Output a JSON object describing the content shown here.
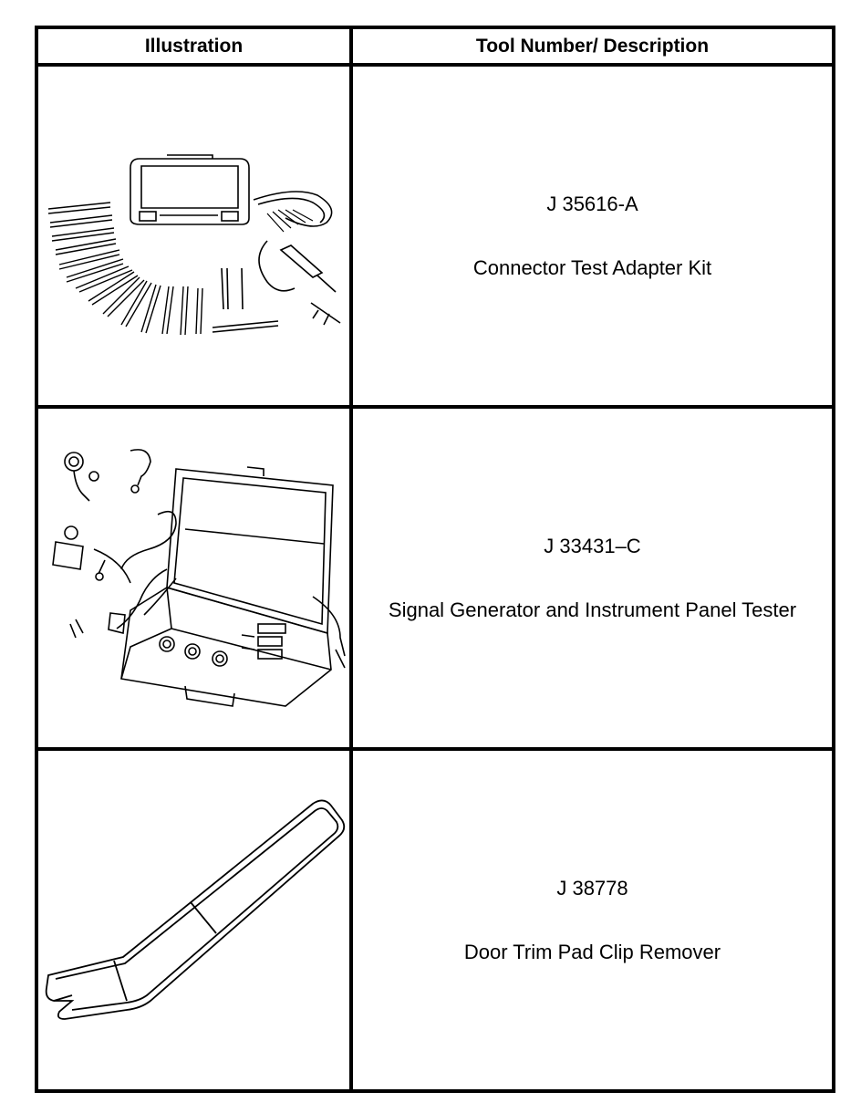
{
  "table": {
    "headers": {
      "illustration": "Illustration",
      "tool_description": "Tool Number/ Description"
    },
    "rows": [
      {
        "illustration_icon": "connector-test-adapter-kit-illustration",
        "tool_number": "J 35616-A",
        "description": "Connector Test Adapter Kit"
      },
      {
        "illustration_icon": "signal-generator-tester-illustration",
        "tool_number": "J 33431–C",
        "description": "Signal Generator and Instrument Panel Tester"
      },
      {
        "illustration_icon": "door-trim-pad-clip-remover-illustration",
        "tool_number": "J 38778",
        "description": "Door Trim Pad Clip Remover"
      }
    ]
  }
}
